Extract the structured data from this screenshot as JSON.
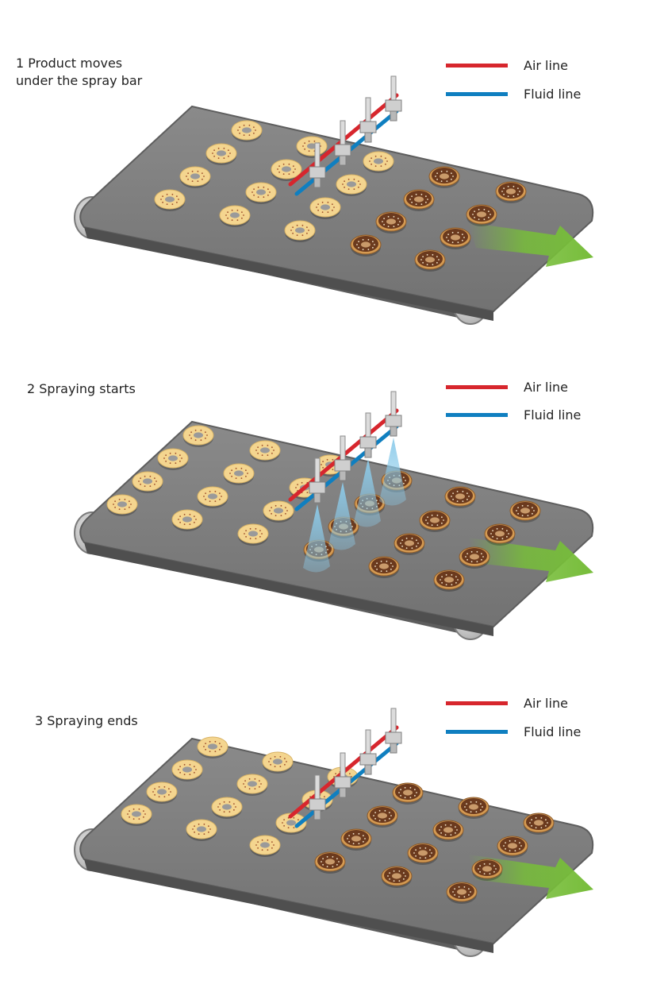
{
  "colors": {
    "air_line": "#d7262d",
    "fluid_line": "#0f7fc0",
    "belt": "#727272",
    "roller": "#b4b4b4",
    "plain_donut": "#f4d58f",
    "glazed_donut": "#6b3a1e",
    "arrow": "#77bd3a",
    "spray": "#8ccbea"
  },
  "legend": {
    "air_label": "Air line",
    "fluid_label": "Fluid line"
  },
  "steps": [
    {
      "title_line1": "1 Product moves",
      "title_line2": "under the spray bar",
      "spraying": false
    },
    {
      "title_line1": "2 Spraying starts",
      "title_line2": "",
      "spraying": true
    },
    {
      "title_line1": "3 Spraying ends",
      "title_line2": "",
      "spraying": false
    }
  ]
}
